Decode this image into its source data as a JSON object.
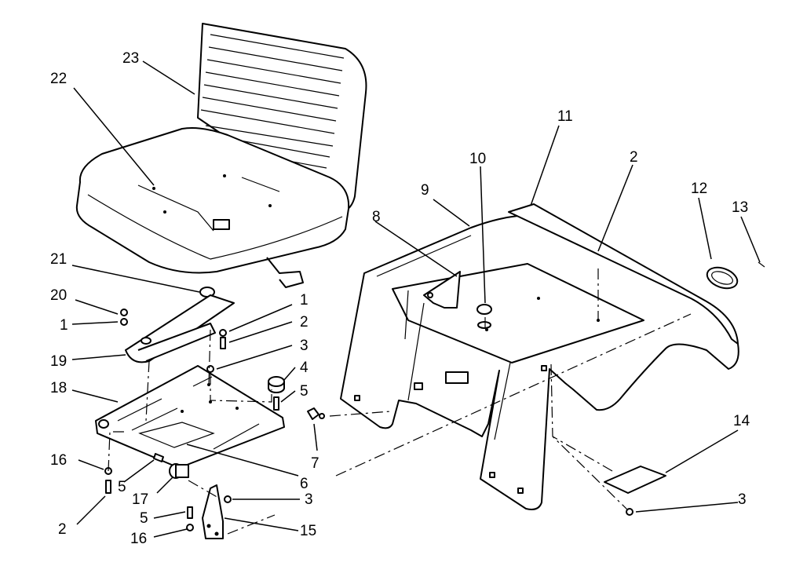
{
  "callouts": [
    {
      "id": "c23",
      "label": "23"
    },
    {
      "id": "c22",
      "label": "22"
    },
    {
      "id": "c21",
      "label": "21"
    },
    {
      "id": "c20",
      "label": "20"
    },
    {
      "id": "c1a",
      "label": "1"
    },
    {
      "id": "c1b",
      "label": "1"
    },
    {
      "id": "c2a",
      "label": "2"
    },
    {
      "id": "c19",
      "label": "19"
    },
    {
      "id": "c3a",
      "label": "3"
    },
    {
      "id": "c18",
      "label": "18"
    },
    {
      "id": "c4",
      "label": "4"
    },
    {
      "id": "c5a",
      "label": "5"
    },
    {
      "id": "c7",
      "label": "7"
    },
    {
      "id": "c6",
      "label": "6"
    },
    {
      "id": "c16a",
      "label": "16"
    },
    {
      "id": "c5b",
      "label": "5"
    },
    {
      "id": "c17",
      "label": "17"
    },
    {
      "id": "c3b",
      "label": "3"
    },
    {
      "id": "c2b",
      "label": "2"
    },
    {
      "id": "c5c",
      "label": "5"
    },
    {
      "id": "c16b",
      "label": "16"
    },
    {
      "id": "c15",
      "label": "15"
    },
    {
      "id": "c11",
      "label": "11"
    },
    {
      "id": "c10",
      "label": "10"
    },
    {
      "id": "c9",
      "label": "9"
    },
    {
      "id": "c8",
      "label": "8"
    },
    {
      "id": "c2c",
      "label": "2"
    },
    {
      "id": "c12",
      "label": "12"
    },
    {
      "id": "c13",
      "label": "13"
    },
    {
      "id": "c14",
      "label": "14"
    },
    {
      "id": "c3c",
      "label": "3"
    }
  ]
}
